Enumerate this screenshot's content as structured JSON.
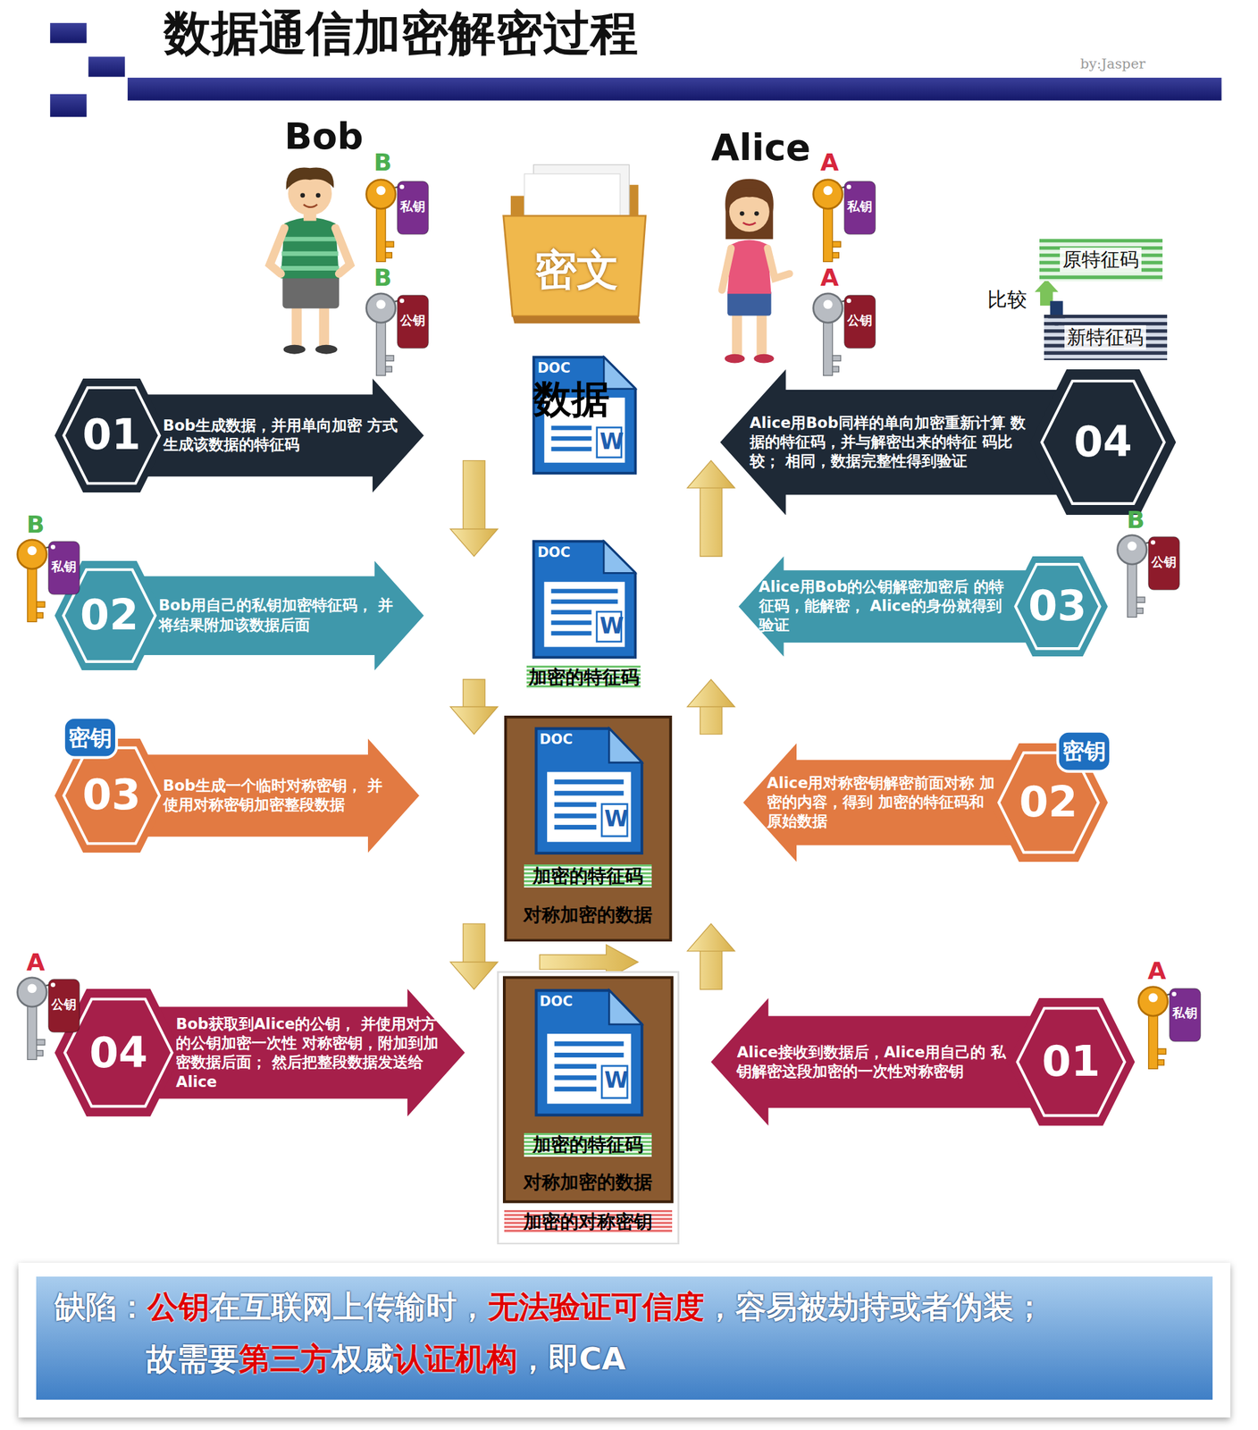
{
  "diagram": {
    "title": "数据通信加密解密过程",
    "nodes": [
      {
        "text": [
          "私钥"
        ]
      },
      {
        "text": [
          "公钥"
        ]
      },
      {
        "text": [
          "密文"
        ]
      },
      {
        "text": [
          "私钥"
        ]
      },
      {
        "text": [
          "公钥"
        ]
      },
      {
        "text": [
          "原特征码"
        ]
      },
      {
        "text": [
          "新特征码"
        ]
      },
      {
        "text": [
          "数据"
        ]
      },
      {
        "text": [
          "01",
          "Bob生成数据，并用单向加密 方式生成该数据的特征码"
        ]
      },
      {
        "text": [
          "04",
          "Alice用Bob同样的单向加密重新计算 数据的特征码，并与解密出来的特征 码比较； 相同，数据完整性得到验证"
        ]
      },
      {
        "text": [
          "加密的特征码"
        ]
      },
      {
        "text": [
          "私钥"
        ]
      },
      {
        "text": [
          "02",
          "Bob用自己的私钥加密特征码， 并将结果附加该数据后面"
        ]
      },
      {
        "text": [
          "03",
          "Alice用Bob的公钥解密加密后 的特征码，能解密， Alice的身份就得到验证"
        ]
      },
      {
        "text": [
          "公钥"
        ]
      },
      {
        "text": [
          "密钥"
        ]
      },
      {
        "text": [
          "03",
          "Bob生成一个临时对称密钥， 并使用对称密钥加密整段数据"
        ]
      },
      {
        "text": [
          "加密的特征码",
          "对称加密的数据"
        ]
      },
      {
        "text": [
          "02",
          "Alice用对称密钥解密前面对称 加密的内容，得到 加密的特征码和原始数据"
        ]
      },
      {
        "text": [
          "密钥"
        ]
      },
      {
        "text": [
          "公钥"
        ]
      },
      {
        "text": [
          "04",
          "Bob获取到Alice的公钥， 并使用对方的公钥加密一次性 对称密钥，附加到加密数据后面； 然后把整段数据发送给Alice"
        ]
      },
      {
        "text": [
          "加密的特征码",
          "对称加密的数据",
          "加密的对称密钥"
        ]
      },
      {
        "text": [
          "01",
          "Alice接收到数据后，Alice用自己的 私钥解密这段加密的一次性对称密钥"
        ]
      },
      {
        "text": [
          "私钥"
        ]
      },
      {
        "text": [
          "缺陷：",
          "公钥",
          "在互联网上传输时，",
          "无法验证可信度",
          "，容易被劫持或者伪装；",
          "故需要",
          "第三方",
          "权威",
          "认证机构",
          "，即CA"
        ]
      }
    ],
    "edges": [
      {
        "from": 7,
        "to": 10,
        "arrow": "to"
      },
      {
        "from": 10,
        "to": 17,
        "arrow": "to"
      },
      {
        "from": 17,
        "to": 22,
        "arrow": "to"
      },
      {
        "from": 22,
        "to": 17,
        "arrow": "to"
      },
      {
        "from": 17,
        "to": 10,
        "arrow": "to"
      },
      {
        "from": 10,
        "to": 7,
        "arrow": "to"
      }
    ],
    "labels": [
      "by:Jasper",
      "Bob",
      "Alice",
      "B",
      "B",
      "A",
      "A",
      "比较",
      "DOC",
      "W",
      "DOC",
      "W",
      "DOC",
      "W",
      "DOC",
      "W",
      "B",
      "B",
      "A",
      "A"
    ]
  }
}
